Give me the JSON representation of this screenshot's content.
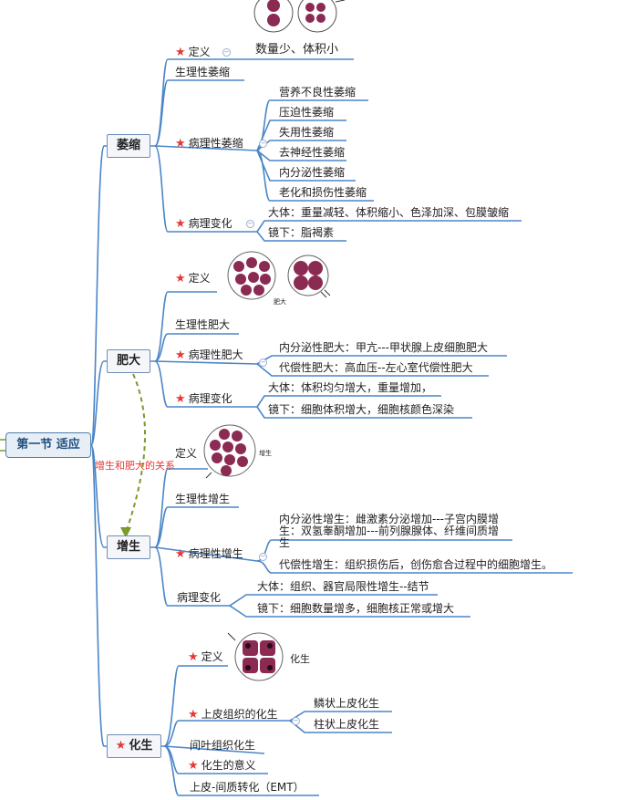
{
  "root": "第一节 适应",
  "relation_label": "增生和肥大的关系",
  "star": "★",
  "weisuo": {
    "title": "萎缩",
    "def_label": "定义",
    "def_text": "数量少、体积小",
    "physio": "生理性萎缩",
    "patho": "病理性萎缩",
    "patho_items": [
      "营养不良性萎缩",
      "压迫性萎缩",
      "失用性萎缩",
      "去神经性萎缩",
      "内分泌性萎缩",
      "老化和损伤性萎缩"
    ],
    "change": "病理变化",
    "change_items": [
      "大体：重量减轻、体积缩小、色泽加深、包膜皱缩",
      "镜下：脂褐素"
    ]
  },
  "feida": {
    "title": "肥大",
    "def_label": "定义",
    "img_label": "肥大",
    "physio": "生理性肥大",
    "patho": "病理性肥大",
    "patho_items": [
      "内分泌性肥大：甲亢---甲状腺上皮细胞肥大",
      "代偿性肥大：高血压--左心室代偿性肥大"
    ],
    "change": "病理变化",
    "change_items": [
      "大体：体积均匀增大，重量增加，",
      "镜下：细胞体积增大，细胞核颜色深染"
    ]
  },
  "zengsheng": {
    "title": "增生",
    "def_label": "定义",
    "img_label": "增生",
    "physio": "生理性增生",
    "patho": "病理性增生",
    "patho_item1_lines": [
      "内分泌性增生：雌激素分泌增加---子宫内膜增",
      "生：双氢睾酮增加---前列腺腺体、纤维间质增",
      "生"
    ],
    "patho_item2": "代偿性增生：组织损伤后，创伤愈合过程中的细胞增生。",
    "change": "病理变化",
    "change_items": [
      "大体：组织、器官局限性增生--结节",
      "镜下：细胞数量增多，细胞核正常或增大"
    ]
  },
  "huasheng": {
    "title": "化生",
    "def_label": "定义",
    "img_label": "化生",
    "epi": "上皮组织的化生",
    "epi_items": [
      "鳞状上皮化生",
      "柱状上皮化生"
    ],
    "mes": "间叶组织化生",
    "meaning": "化生的意义",
    "emt": "上皮-间质转化（EMT）"
  },
  "colors": {
    "line": "#4a86c8",
    "star": "#e53935",
    "cell": "#8b2a52",
    "dashed": "#7a9a2a"
  }
}
